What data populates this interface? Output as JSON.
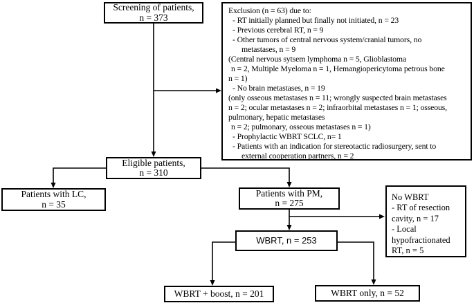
{
  "colors": {
    "line": "#000000",
    "background": "#ffffff",
    "text": "#000000"
  },
  "boxes": {
    "screening": {
      "label": "Screening of patients,",
      "value": "n = 373"
    },
    "exclusion": {
      "lines": [
        "Exclusion (n = 63) due to:",
        "- RT initially planned but finally not initiated, n = 23",
        "- Previous cerebral RT, n = 9",
        "- Other tumors of central nervous system/cranial tumors, no",
        "metastases, n = 9",
        "(Central nervous sytsem lymphoma n = 5, Glioblastoma",
        "n = 2, Multiple Myeloma n = 1, Hemangiopericytoma petrous bone",
        "n = 1)",
        "- No brain metastases, n = 19",
        "(only osseous metastases n = 11; wrongly suspected brain metastases",
        "n = 2; ocular metastases n = 2; infraorbital metastases n = 1; osseous,",
        "pulmonary, hepatic metastases",
        "n = 2; pulmonary, osseous metastases n = 1)",
        "- Prophylactic WBRT SCLC, n= 1",
        "- Patients with an indication for stereotactic radiosurgery, sent to",
        "external cooperation partners, n = 2"
      ]
    },
    "eligible": {
      "label": "Eligible patients,",
      "value": "n = 310"
    },
    "patients_lc": {
      "label": "Patients with LC,",
      "value": "n = 35"
    },
    "patients_pm": {
      "label": "Patients with PM,",
      "value": "n = 275"
    },
    "no_wbrt": {
      "lines": [
        "No WBRT",
        "- RT of resection",
        "cavity, n = 17",
        "- Local",
        "hypofractionated",
        "RT, n = 5"
      ]
    },
    "wbrt": {
      "label": "WBRT, n = 253"
    },
    "wbrt_boost": {
      "label": "WBRT + boost, n = 201"
    },
    "wbrt_only": {
      "label": "WBRT only, n = 52"
    }
  }
}
